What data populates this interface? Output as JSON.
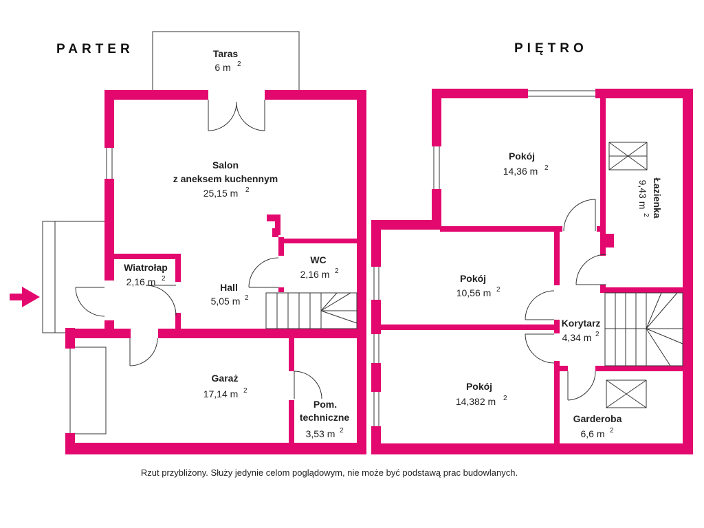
{
  "floors": {
    "ground": {
      "title": "PARTER",
      "rooms": {
        "taras": {
          "name": "Taras",
          "area": "6 m",
          "exp": "2"
        },
        "salon": {
          "name1": "Salon",
          "name2": "z aneksem kuchennym",
          "area": "25,15 m",
          "exp": "2"
        },
        "wiatrolap": {
          "name": "Wiatrołap",
          "area": "2,16 m",
          "exp": "2"
        },
        "hall": {
          "name": "Hall",
          "area": "5,05 m",
          "exp": "2"
        },
        "wc": {
          "name": "WC",
          "area": "2,16 m",
          "exp": "2"
        },
        "garaz": {
          "name": "Garaż",
          "area": "17,14 m",
          "exp": "2"
        },
        "techniczne": {
          "name1": "Pom.",
          "name2": "techniczne",
          "area": "3,53 m",
          "exp": "2"
        }
      }
    },
    "upper": {
      "title": "PIĘTRO",
      "rooms": {
        "pokoj1": {
          "name": "Pokój",
          "area": "14,36 m",
          "exp": "2"
        },
        "lazienka": {
          "name": "Łazienka",
          "area": "9,43 m",
          "exp": "2"
        },
        "pokoj2": {
          "name": "Pokój",
          "area": "10,56 m",
          "exp": "2"
        },
        "korytarz": {
          "name": "Korytarz",
          "area": "4,34 m",
          "exp": "2"
        },
        "pokoj3": {
          "name": "Pokój",
          "area": "14,382 m",
          "exp": "2"
        },
        "garderoba": {
          "name": "Garderoba",
          "area": "6,6 m",
          "exp": "2"
        }
      }
    }
  },
  "disclaimer": "Rzut przybliżony. Służy jedynie celom poglądowym, nie może być podstawą prac budowlanych.",
  "colors": {
    "wall": "#e2086e",
    "line": "#333333",
    "background": "#ffffff"
  },
  "icons": {
    "entrance": "entrance-arrow-icon"
  }
}
